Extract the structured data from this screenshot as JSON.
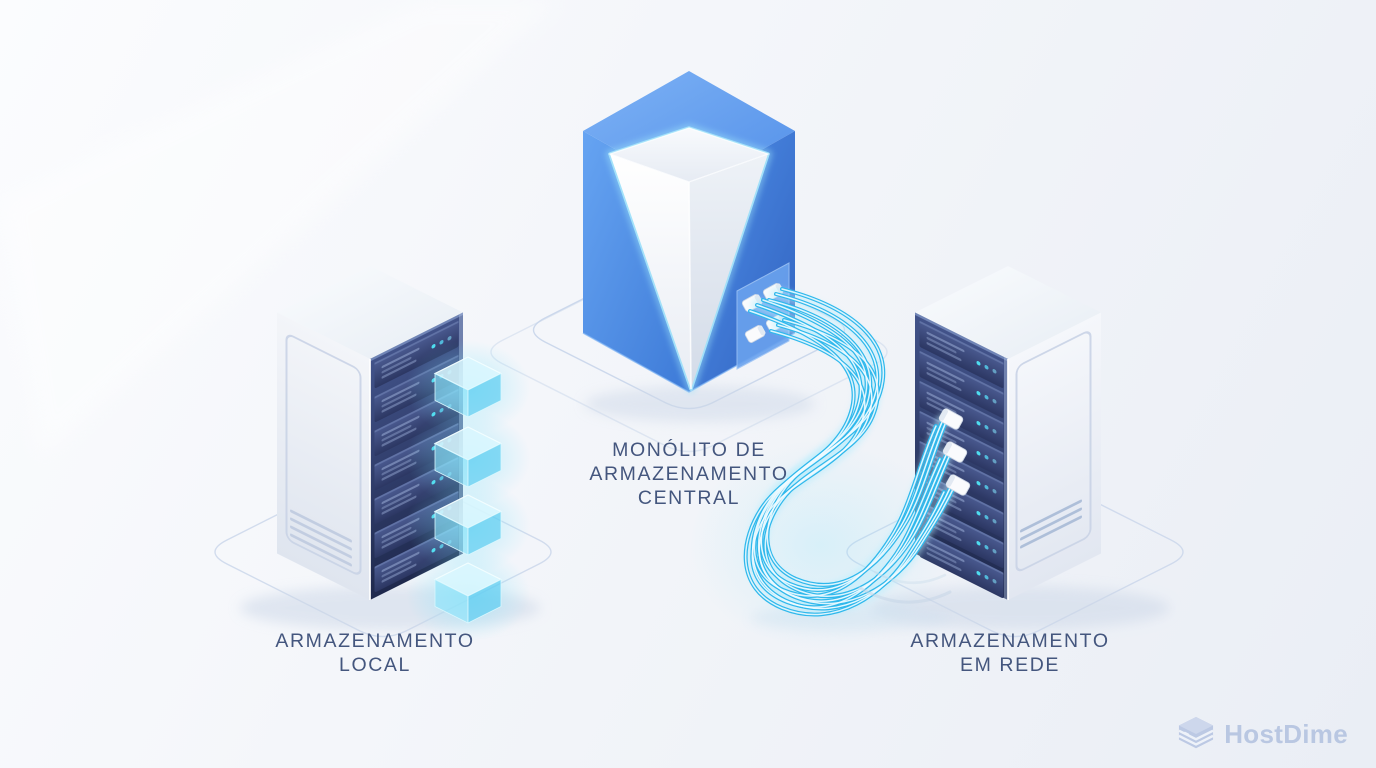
{
  "labels": {
    "local": {
      "line1": "ARMAZENAMENTO",
      "line2": "LOCAL"
    },
    "central": {
      "line1": "MONÓLITO DE",
      "line2": "ARMAZENAMENTO",
      "line3": "CENTRAL"
    },
    "network": {
      "line1": "ARMAZENAMENTO",
      "line2": "EM REDE"
    }
  },
  "logo": {
    "text": "HostDime",
    "icon": "hostdime-box-icon"
  },
  "scene": {
    "items": [
      {
        "id": "local-storage-server",
        "depicts": "server-tower with glowing data cubes"
      },
      {
        "id": "central-storage-monolith",
        "depicts": "blue monolith with carved crystal"
      },
      {
        "id": "network-storage-server",
        "depicts": "server-tower connected by fiber cables"
      }
    ]
  },
  "colors": {
    "background": "#f2f5f9",
    "label_text": "#44567e",
    "monolith_blue": "#4e8ce5",
    "cable_cyan": "#2fb8ec",
    "cube_cyan": "#7adcf7",
    "server_dark": "#2c3a63",
    "server_light": "#eef1f7",
    "led_cyan": "#4fe6f6",
    "floor_line": "#c8d5ea",
    "logo": "#b9c7e2"
  }
}
